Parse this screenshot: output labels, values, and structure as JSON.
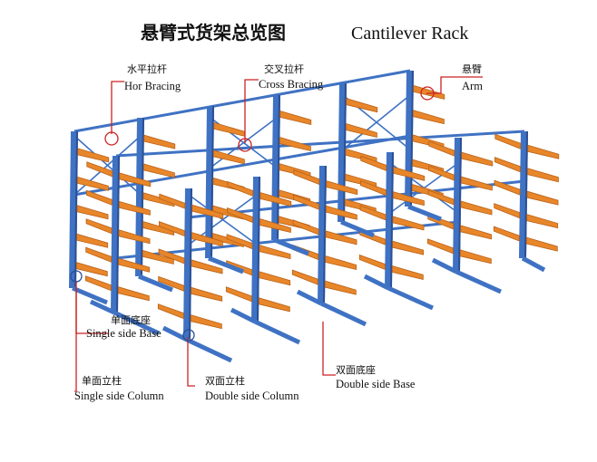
{
  "title": {
    "zh": "悬臂式货架总览图",
    "en": "Cantilever Rack"
  },
  "labels": [
    {
      "id": "hor-bracing",
      "zh": "水平拉杆",
      "en": "Hor Bracing"
    },
    {
      "id": "cross-bracing",
      "zh": "交叉拉杆",
      "en": "Cross Bracing"
    },
    {
      "id": "arm",
      "zh": "悬臂",
      "en": "Arm"
    },
    {
      "id": "single-side-base",
      "zh": "单面底座",
      "en": "Single side Base"
    },
    {
      "id": "single-side-column",
      "zh": "单面立柱",
      "en": "Single side Column"
    },
    {
      "id": "double-side-column",
      "zh": "双面立柱",
      "en": "Double side Column"
    },
    {
      "id": "double-side-base",
      "zh": "双面底座",
      "en": "Double side Base"
    }
  ],
  "colors": {
    "column": "#3f72c3",
    "column_dark": "#2a4f95",
    "arm": "#e8862a",
    "arm_dark": "#b8621a",
    "leader": "#cc2222",
    "text": "#111111"
  }
}
